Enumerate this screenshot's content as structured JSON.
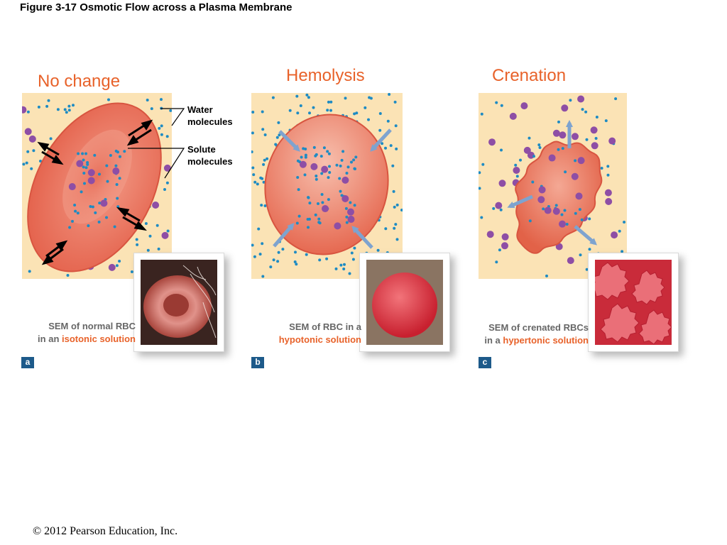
{
  "figure_title": "Figure 3-17  Osmotic Flow across a Plasma Membrane",
  "labels": {
    "water": [
      "Water",
      "molecules"
    ],
    "solute": [
      "Solute",
      "molecules"
    ]
  },
  "panels": [
    {
      "heading": "No change",
      "letter": "a",
      "caption_line1": "SEM of normal RBC",
      "caption_line2_prefix": "in an ",
      "caption_line2_accent": "isotonic solution"
    },
    {
      "heading": "Hemolysis",
      "letter": "b",
      "caption_line1": "SEM of RBC in a",
      "caption_line2_prefix": "",
      "caption_line2_accent": "hypotonic solution"
    },
    {
      "heading": "Crenation",
      "letter": "c",
      "caption_line1": "SEM of crenated RBCs",
      "caption_line2_prefix": "in a ",
      "caption_line2_accent": "hypertonic solution"
    }
  ],
  "copyright": "© 2012 Pearson Education, Inc.",
  "colors": {
    "accent": "#e8622a",
    "background": "#fbe3b5",
    "cell": "#ec7a64",
    "water_dot": "#1e8bc3",
    "solute_dot": "#8e4ea5",
    "flow_arrow": "#7ea3cf",
    "panel_letter": "#1d5a8a"
  }
}
